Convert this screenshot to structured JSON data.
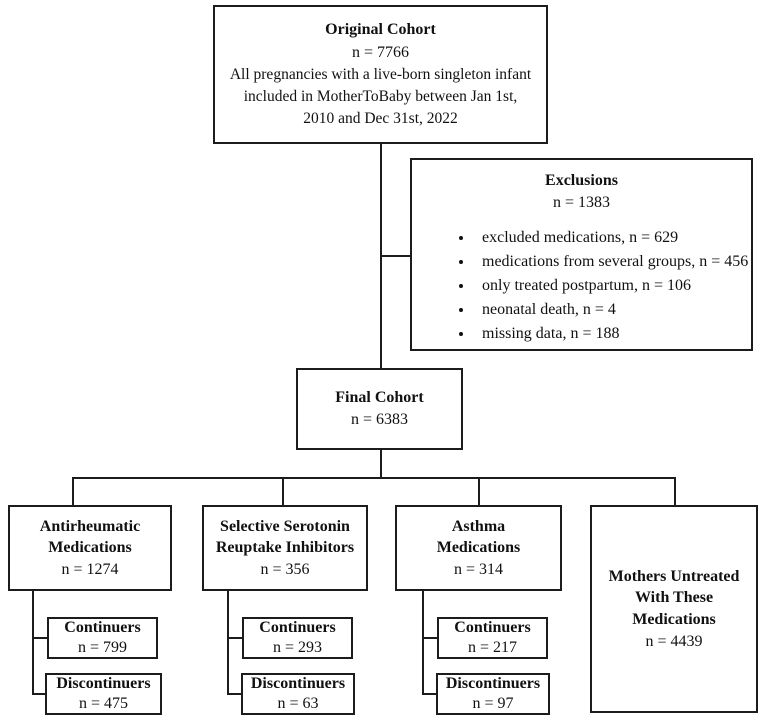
{
  "colors": {
    "background": "#ffffff",
    "line": "#1c1c1c",
    "text": "#111111"
  },
  "flowchart": {
    "original_cohort": {
      "title": "Original Cohort",
      "n": "n = 7766",
      "description_lines": [
        "All pregnancies with a live-born singleton infant",
        "included in MotherToBaby between Jan 1st,",
        "2010 and Dec 31st, 2022"
      ]
    },
    "exclusions": {
      "title": "Exclusions",
      "n": "n = 1383",
      "items": [
        "excluded medications, n = 629",
        "medications from several groups, n = 456",
        "only treated postpartum, n = 106",
        "neonatal death, n = 4",
        "missing data, n = 188"
      ]
    },
    "final_cohort": {
      "title": "Final Cohort",
      "n": "n = 6383"
    },
    "branches": [
      {
        "title_lines": [
          "Antirheumatic",
          "Medications"
        ],
        "n": "n = 1274",
        "continuers": {
          "label": "Continuers",
          "n": "n = 799"
        },
        "discontinuers": {
          "label": "Discontinuers",
          "n": "n = 475"
        }
      },
      {
        "title_lines": [
          "Selective Serotonin",
          "Reuptake Inhibitors"
        ],
        "n": "n = 356",
        "continuers": {
          "label": "Continuers",
          "n": "n = 293"
        },
        "discontinuers": {
          "label": "Discontinuers",
          "n": "n = 63"
        }
      },
      {
        "title_lines": [
          "Asthma",
          "Medications"
        ],
        "n": "n = 314",
        "continuers": {
          "label": "Continuers",
          "n": "n = 217"
        },
        "discontinuers": {
          "label": "Discontinuers",
          "n": "n = 97"
        }
      }
    ],
    "untreated": {
      "title_lines": [
        "Mothers Untreated",
        "With These",
        "Medications"
      ],
      "n": "n = 4439"
    }
  }
}
